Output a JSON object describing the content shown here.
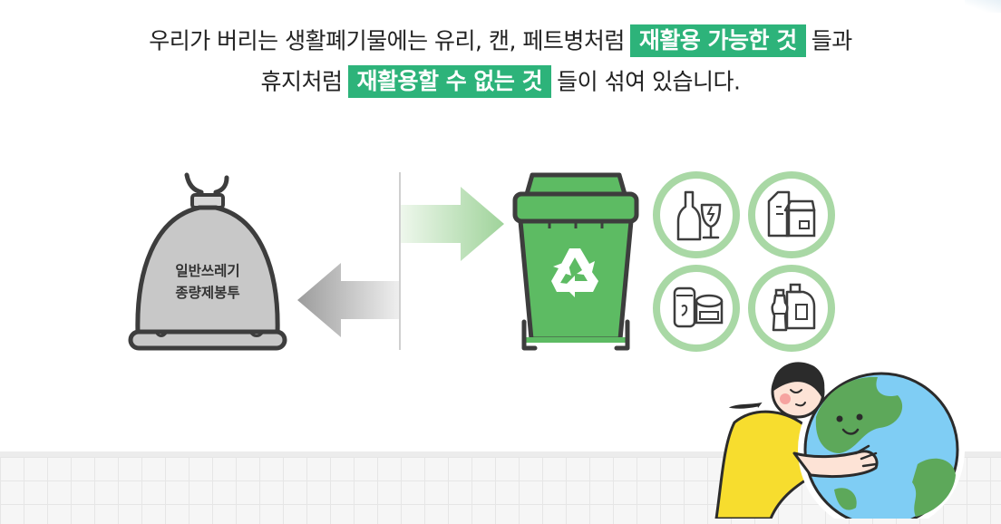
{
  "headline": {
    "line1_prefix": "우리가 버리는 생활폐기물에는 유리, 캔, 페트병처럼",
    "line1_highlight": "재활용 가능한 것",
    "line1_suffix": "들과",
    "line2_prefix": "휴지처럼",
    "line2_highlight": "재활용할 수 없는 것",
    "line2_suffix": "들이 섞여 있습니다."
  },
  "bag": {
    "label_line1": "일반쓰레기",
    "label_line2": "종량제봉투"
  },
  "icons": [
    "garbage-bag-icon",
    "recycle-bin-icon",
    "glass-bottle-icon",
    "paper-box-icon",
    "can-icon",
    "plastic-bottle-icon",
    "girl-hugging-earth-illustration"
  ],
  "colors": {
    "highlight": "#2db37a",
    "bin_green": "#5dbb63",
    "circle_ring": "#a9d8a5",
    "bag_gray": "#c8c8c8"
  }
}
